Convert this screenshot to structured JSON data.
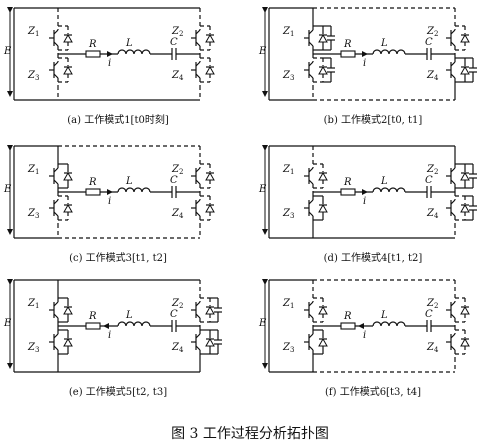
{
  "figure": {
    "caption": "图 3   工作过程分析拓扑图"
  },
  "labels": {
    "source": "E",
    "resistor": "R",
    "inductor": "L",
    "capacitor": "C",
    "current": "i",
    "switch_1": "Z1",
    "switch_2": "Z2",
    "switch_3": "Z3",
    "switch_4": "Z4"
  },
  "panels": [
    {
      "id": "a",
      "caption": "(a)  工作模式1[t0时刻]"
    },
    {
      "id": "b",
      "caption": "(b)  工作模式2[t0,  t1]"
    },
    {
      "id": "c",
      "caption": "(c)  工作模式3[t1,  t2]"
    },
    {
      "id": "d",
      "caption": "(d)  工作模式4[t1,  t2]"
    },
    {
      "id": "e",
      "caption": "(e)  工作模式5[t2,  t3]"
    },
    {
      "id": "f",
      "caption": "(f)  工作模式6[t3,  t4]"
    }
  ],
  "icons": [
    "igbt-switch-icon",
    "diode-icon",
    "capacitor-icon",
    "resistor-icon",
    "inductor-icon",
    "arrow-icon"
  ]
}
